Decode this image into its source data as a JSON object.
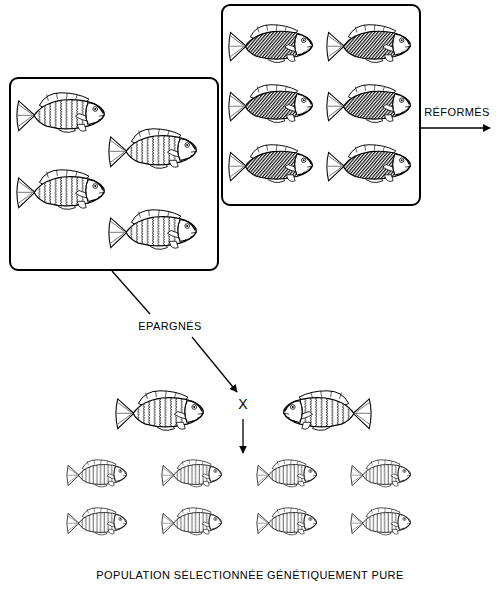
{
  "diagram": {
    "caption": "POPULATION SÉLECTIONNÉE GÉNÉTIQUEMENT PURE",
    "labels": [
      "RÉFORMÉS",
      "EPARGNÉS",
      "X"
    ]
  }
}
